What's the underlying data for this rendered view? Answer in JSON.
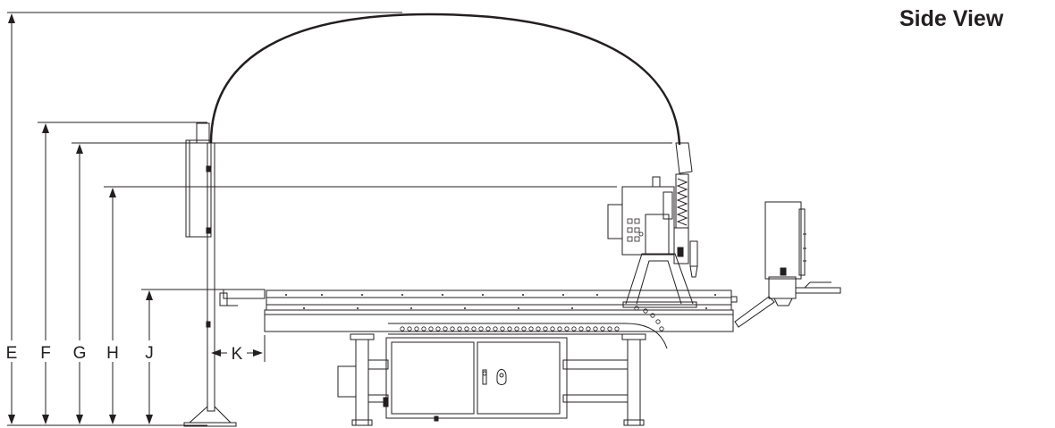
{
  "view_title": "Side View",
  "dimension_labels": {
    "e": "E",
    "f": "F",
    "g": "G",
    "h": "H",
    "j": "J",
    "k": "K"
  },
  "colors": {
    "ink": "#231f20",
    "paper": "#ffffff"
  }
}
